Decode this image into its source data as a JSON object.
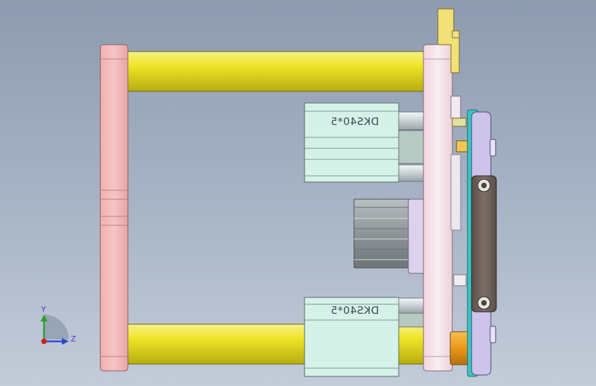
{
  "viewport": {
    "background_top": "#8d9bb0",
    "background_bottom": "#c3ccd9"
  },
  "model": {
    "cylinder_label_top": "DKS40*5",
    "cylinder_label_bottom": "DKS40*5"
  },
  "colors": {
    "rod": "#e8e030",
    "end_plate": "#f0b8b8",
    "mid_plate": "#f5e4ea",
    "cylinder_body": "#d4f0e6",
    "motor": "#9aa0a4",
    "teal_plate": "#3bc9c9",
    "lavender_plate": "#c9c0e8",
    "handle": "#6e6058",
    "bracket_yellow": "#f0e070",
    "orange_part": "#e8a020"
  },
  "triad": {
    "y_label": "Y",
    "z_label": "Z",
    "icon": "axis-triad-icon"
  }
}
